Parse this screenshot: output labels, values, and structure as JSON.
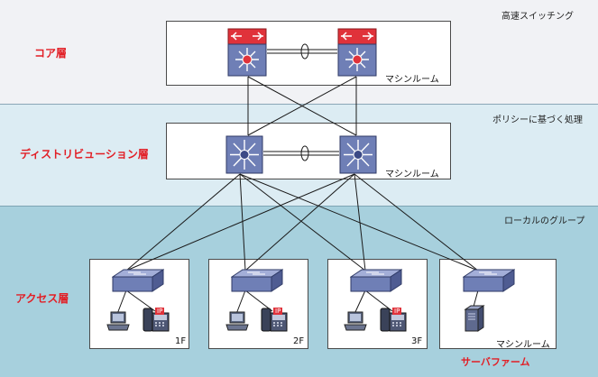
{
  "bands": {
    "core": {
      "note": "高速スイッチング",
      "label": "コア層"
    },
    "distribution": {
      "note": "ポリシーに基づく処理",
      "label": "ディストリビューション層"
    },
    "access": {
      "note": "ローカルのグループ",
      "label": "アクセス層"
    }
  },
  "core_box": {
    "label": "マシンルーム"
  },
  "dist_box": {
    "label": "マシンルーム"
  },
  "access_boxes": [
    {
      "label": "1F"
    },
    {
      "label": "2F"
    },
    {
      "label": "3F"
    },
    {
      "label": "マシンルーム"
    }
  ],
  "server_farm": "サーバファーム",
  "icons": {
    "core_switch": "core-multilayer-switch-icon",
    "dist_switch": "distribution-multilayer-switch-icon",
    "access_switch": "workgroup-switch-icon",
    "pc": "pc-icon",
    "ip_phone": "ip-phone-icon",
    "server": "server-icon"
  },
  "phone_badge": "IP",
  "colors": {
    "layer_label": "#e21e25",
    "core_top": "#e0323a",
    "switch_blue": "#6f7fb6"
  }
}
